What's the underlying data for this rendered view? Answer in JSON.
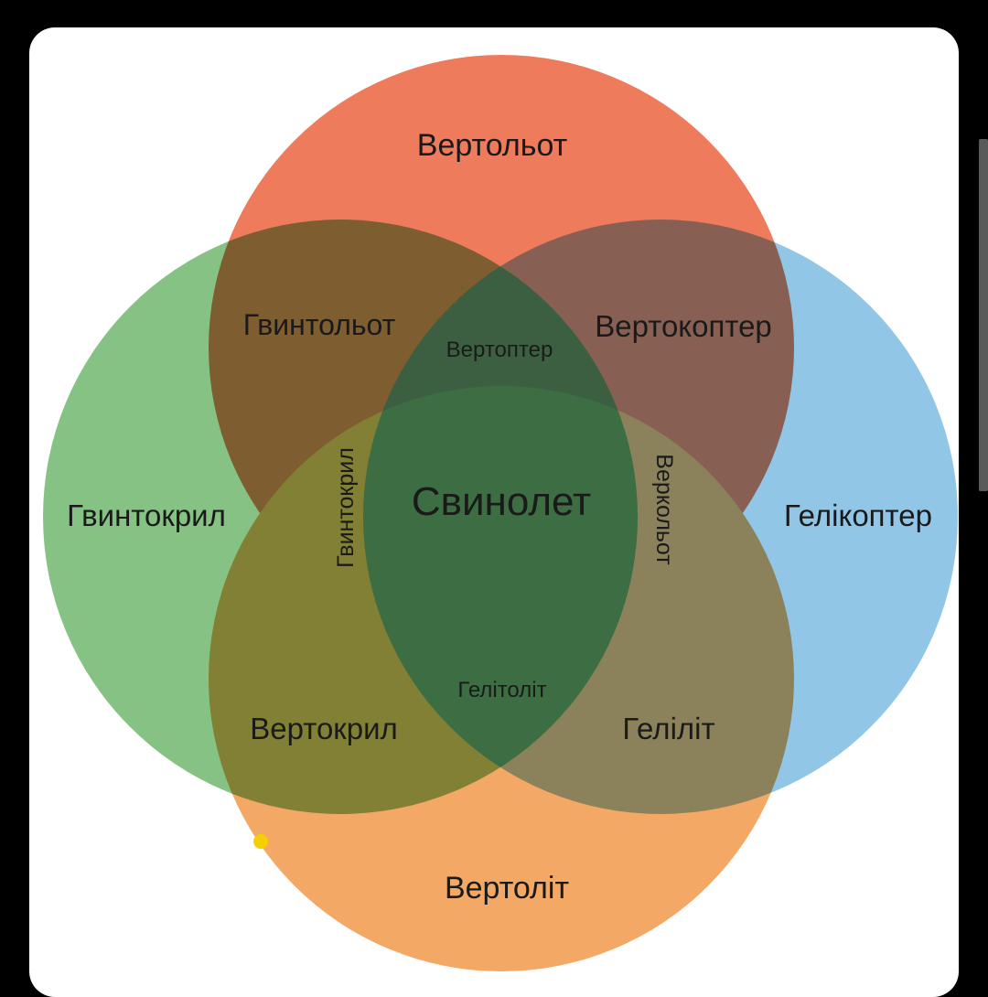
{
  "diagram": {
    "sets": [
      {
        "id": "top",
        "label": "Вертольот",
        "color": "#ee7b5c"
      },
      {
        "id": "left",
        "label": "Гвинтокрил",
        "color": "#72b770"
      },
      {
        "id": "right",
        "label": "Гелікоптер",
        "color": "#72b6df"
      },
      {
        "id": "bottom",
        "label": "Вертоліт",
        "color": "#f4a865"
      }
    ],
    "intersections": {
      "top_left": "Гвинтольот",
      "top_right": "Вертокоптер",
      "bottom_left": "Вертокрил",
      "bottom_right": "Геліліт",
      "top_left_right": "Вертоптер",
      "left_right_bottom": "Гелітоліт",
      "top_left_bottom": "Гвинтокрил",
      "top_right_bottom": "Веркольот",
      "all": "Свинолет"
    },
    "marker_color": "#f5d000"
  }
}
